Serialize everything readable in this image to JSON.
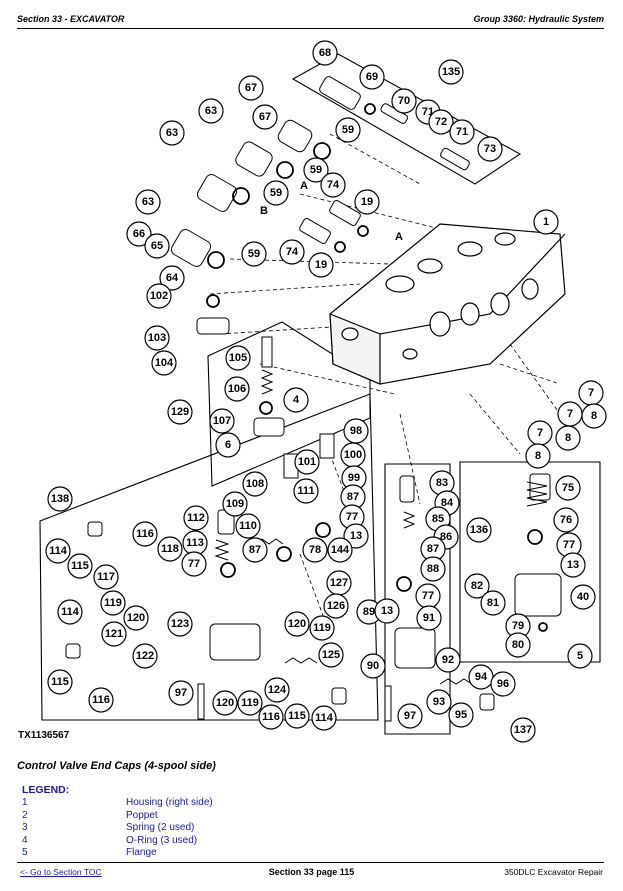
{
  "header": {
    "left": "Section 33 - EXCAVATOR",
    "right": "Group 3360: Hydraulic System"
  },
  "figure": {
    "id": "TX1136567",
    "callouts": [
      "68",
      "69",
      "70",
      "135",
      "63",
      "67",
      "71",
      "72",
      "71",
      "73",
      "63",
      "59",
      "67",
      "59",
      "A",
      "59",
      "B",
      "74",
      "63",
      "19",
      "66",
      "65",
      "59",
      "74",
      "19",
      "A",
      "64",
      "102",
      "103",
      "104",
      "105",
      "106",
      "4",
      "129",
      "107",
      "6",
      "98",
      "101",
      "100",
      "99",
      "108",
      "109",
      "110",
      "111",
      "87",
      "77",
      "13",
      "112",
      "113",
      "87",
      "77",
      "78",
      "144",
      "138",
      "116",
      "118",
      "114",
      "115",
      "117",
      "119",
      "120",
      "127",
      "126",
      "123",
      "120",
      "119",
      "125",
      "114",
      "121",
      "122",
      "115",
      "116",
      "97",
      "120",
      "119",
      "124",
      "116",
      "115",
      "114",
      "83",
      "84",
      "85",
      "86",
      "87",
      "88",
      "77",
      "89",
      "13",
      "91",
      "90",
      "92",
      "93",
      "94",
      "96",
      "95",
      "97",
      "137",
      "75",
      "76",
      "77",
      "136",
      "13",
      "82",
      "81",
      "40",
      "79",
      "80",
      "5",
      "7",
      "7",
      "8",
      "7",
      "8",
      "8",
      "1"
    ]
  },
  "caption": "Control Valve End Caps (4-spool side)",
  "legend": {
    "title": "LEGEND:",
    "items": [
      {
        "num": "1",
        "label": "Housing (right side)"
      },
      {
        "num": "2",
        "label": "Poppet"
      },
      {
        "num": "3",
        "label": "Spring (2 used)"
      },
      {
        "num": "4",
        "label": "O-Ring (3 used)"
      },
      {
        "num": "5",
        "label": "Flange"
      }
    ]
  },
  "footer": {
    "link": "<- Go to Section TOC",
    "page": "Section 33 page 115",
    "model": "350DLC Excavator Repair"
  }
}
